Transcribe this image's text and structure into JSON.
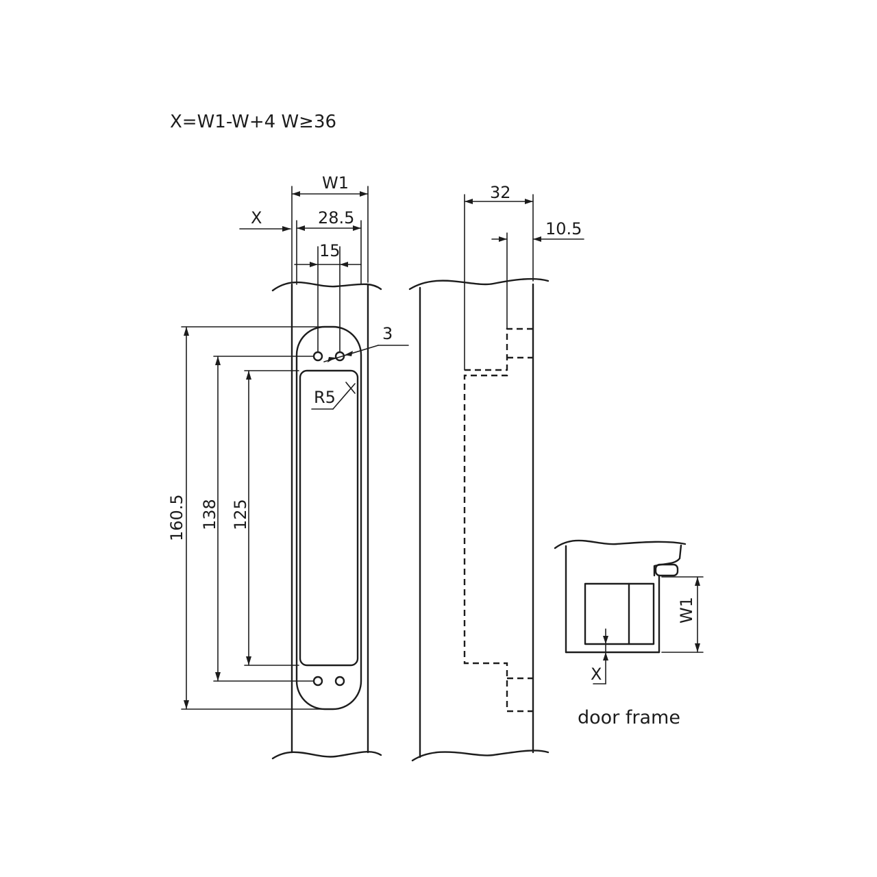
{
  "formula": "X=W1-W+4 W≥36",
  "front_view": {
    "dim_w1": "W1",
    "dim_x": "X",
    "dim_28_5": "28.5",
    "dim_15": "15",
    "dim_3": "3",
    "dim_r5": "R5",
    "dim_160_5": "160.5",
    "dim_138": "138",
    "dim_125": "125"
  },
  "side_view": {
    "dim_32": "32",
    "dim_10_5": "10.5"
  },
  "detail": {
    "dim_w1": "W1",
    "dim_x": "X",
    "caption": "door frame"
  }
}
